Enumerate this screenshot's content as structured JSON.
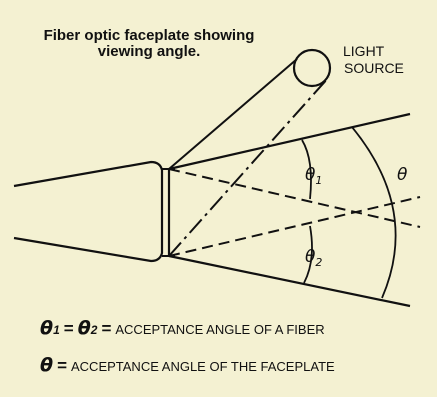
{
  "title": "Fiber optic faceplate showing viewing angle.",
  "light_source_label": "LIGHT SOURCE",
  "angle_labels": {
    "theta1_symbol": "θ",
    "theta1_sub": "1",
    "theta2_symbol": "θ",
    "theta2_sub": "2",
    "theta_symbol": "θ"
  },
  "legend": {
    "row1": {
      "theta1": "θ",
      "sub1": "1",
      "equals": "=",
      "theta2": "θ",
      "sub2": "2",
      "equals2": "=",
      "text": "ACCEPTANCE ANGLE OF A FIBER"
    },
    "row2": {
      "theta": "θ",
      "equals": "=",
      "text": "ACCEPTANCE ANGLE OF THE FACEPLATE"
    }
  },
  "colors": {
    "background": "#f4f1d2",
    "line": "#111111"
  }
}
